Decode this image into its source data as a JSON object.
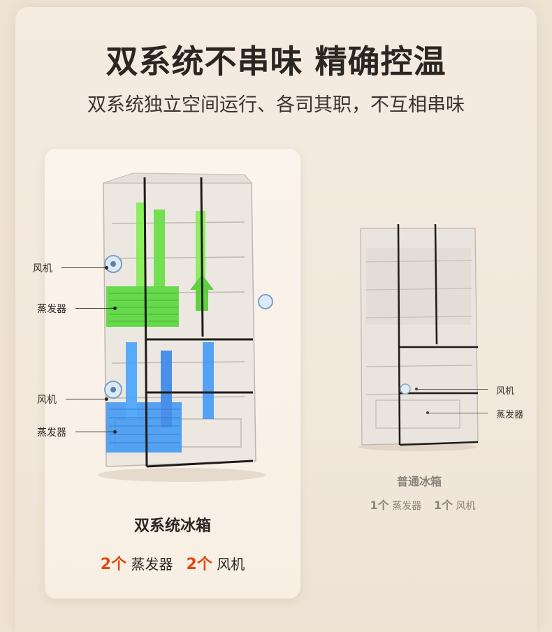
{
  "header": {
    "title": "双系统不串味 精确控温",
    "subtitle": "双系统独立空间运行、各司其职，不互相串味"
  },
  "dual_system": {
    "labels": {
      "fan_top": "风机",
      "evap_top": "蒸发器",
      "fan_bottom": "风机",
      "evap_bottom": "蒸发器"
    },
    "caption": "双系统冰箱",
    "spec": {
      "evap_count": "2个",
      "evap_label": "蒸发器",
      "fan_count": "2个",
      "fan_label": "风机"
    },
    "colors": {
      "fresh_zone": "#5fe23a",
      "freeze_zone": "#2f8af2",
      "accent": "#e14a10"
    }
  },
  "regular": {
    "labels": {
      "fan": "风机",
      "evap": "蒸发器"
    },
    "caption": "普通冰箱",
    "spec": {
      "evap_count": "1个",
      "evap_label": "蒸发器",
      "fan_count": "1个",
      "fan_label": "风机"
    }
  }
}
